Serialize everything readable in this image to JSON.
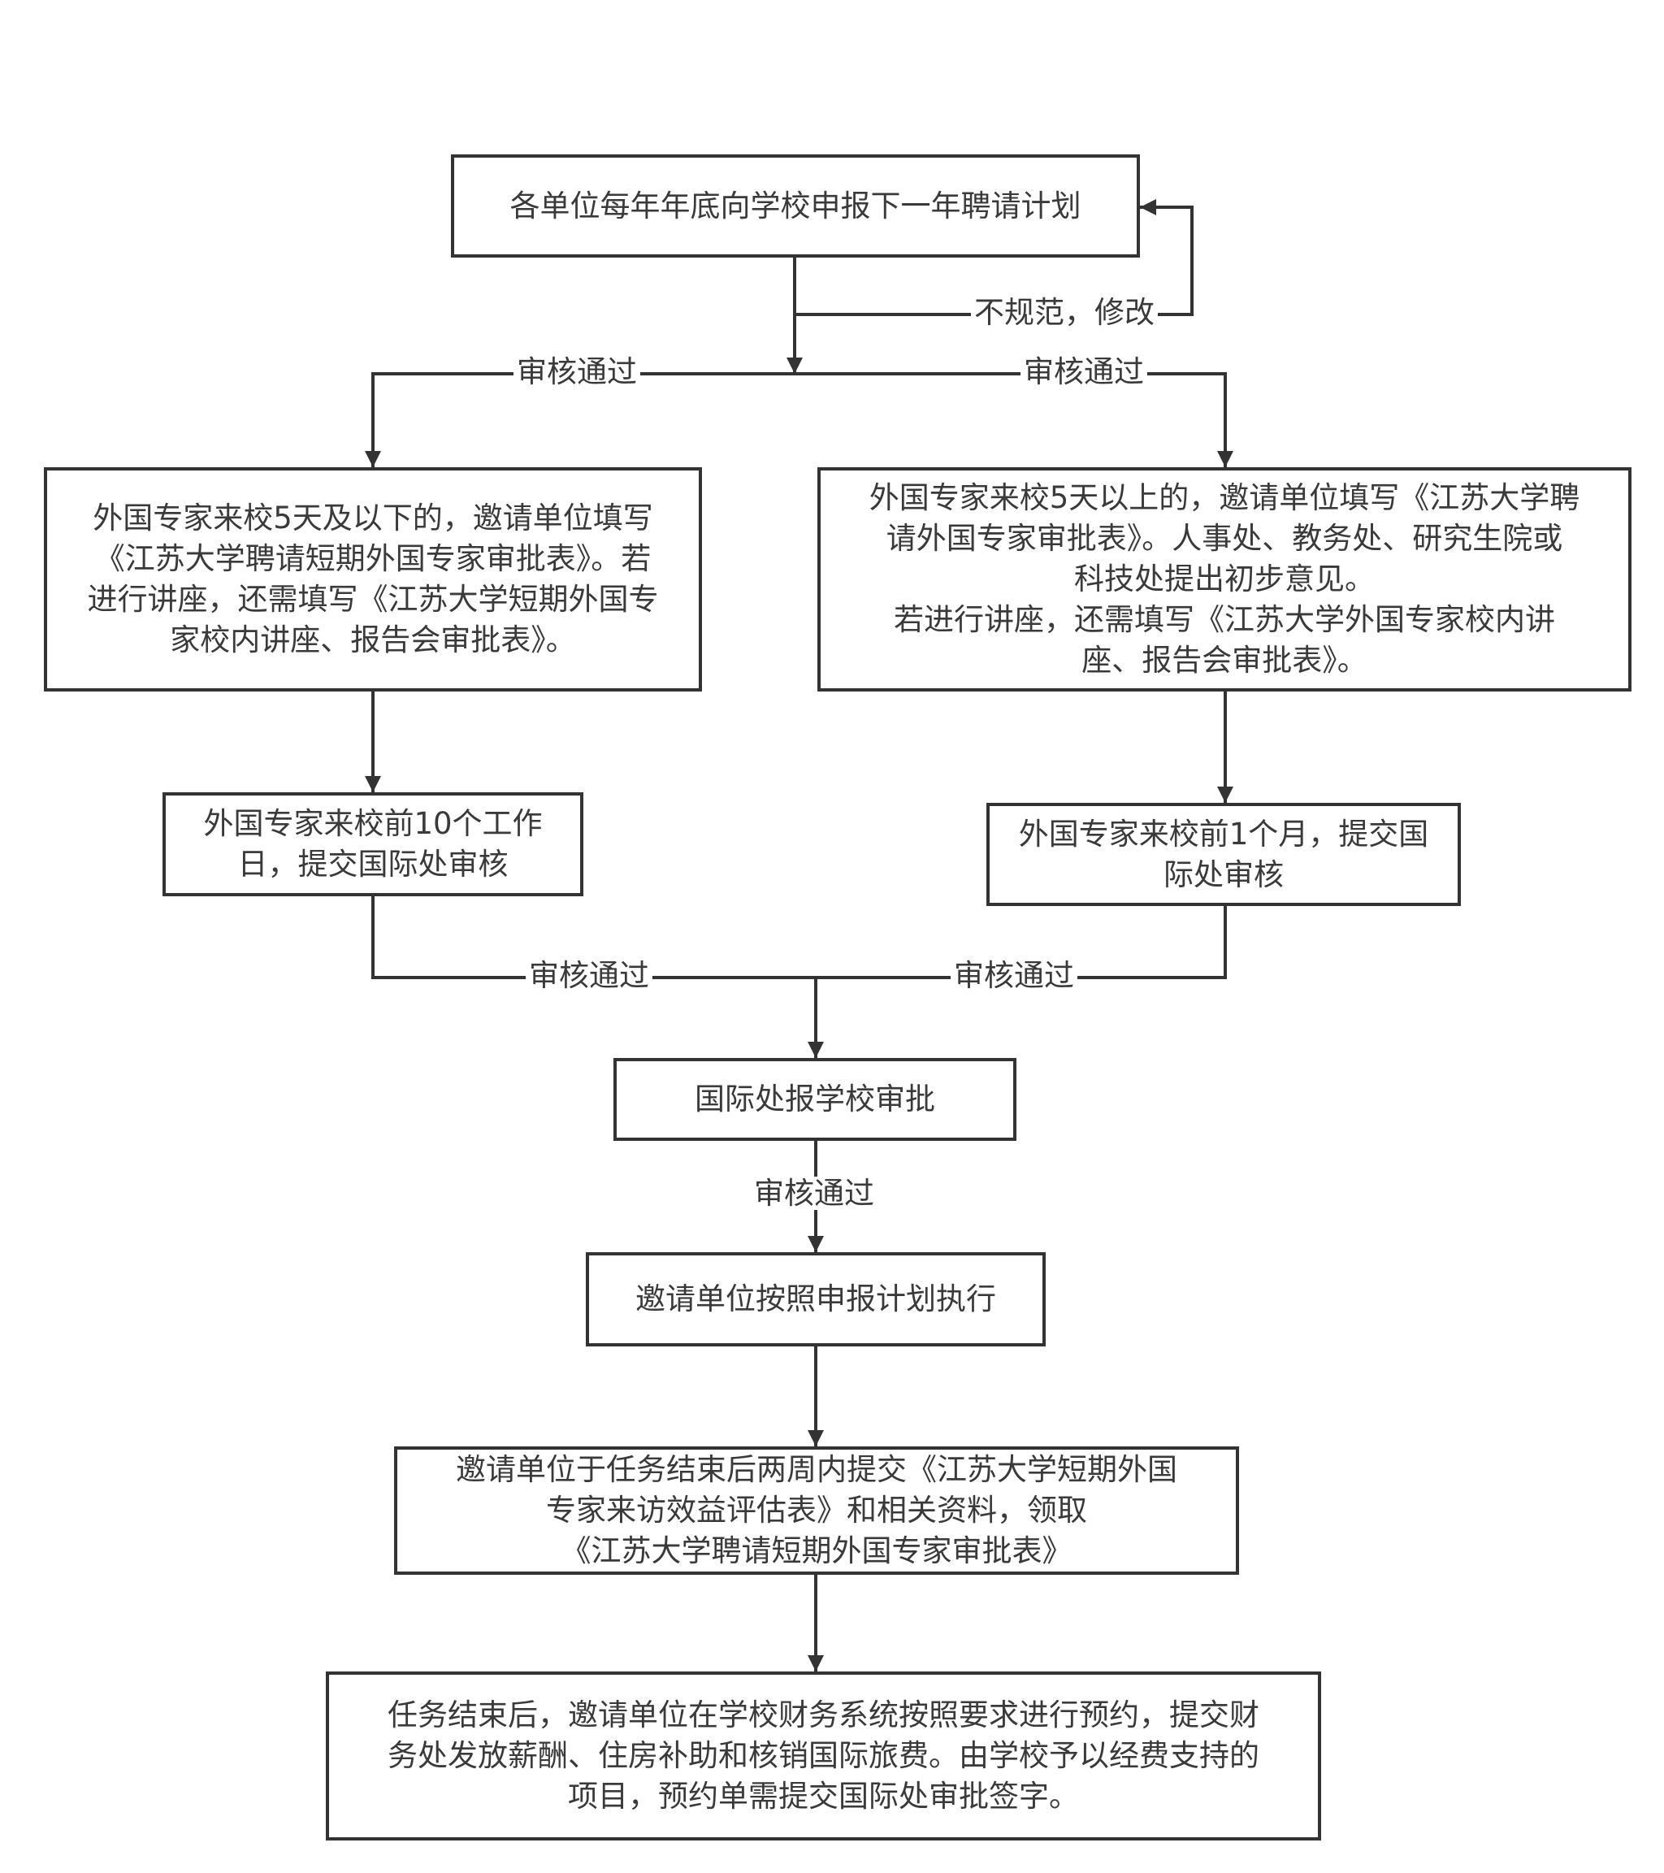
{
  "nodes": {
    "annual_plan": "各单位每年年底向学校申报下一年聘请计划",
    "short_term_form": "外国专家来校5天及以下的，邀请单位填写\n《江苏大学聘请短期外国专家审批表》。若\n进行讲座，还需填写《江苏大学短期外国专\n家校内讲座、报告会审批表》。",
    "long_term_form": "外国专家来校5天以上的，邀请单位填写《江苏大学聘\n请外国专家审批表》。人事处、教务处、研究生院或\n科技处提出初步意见。\n若进行讲座，还需填写《江苏大学外国专家校内讲\n座、报告会审批表》。",
    "submit_10_days": "外国专家来校前10个工作\n日，提交国际处审核",
    "submit_1_month": "外国专家来校前1个月，提交国\n际处审核",
    "intl_office_approval": "国际处报学校审批",
    "execute_plan": "邀请单位按照申报计划执行",
    "submit_evaluation": "邀请单位于任务结束后两周内提交《江苏大学短期外国\n专家来访效益评估表》和相关资料，领取\n《江苏大学聘请短期外国专家审批表》",
    "finance_booking": "任务结束后，邀请单位在学校财务系统按照要求进行预约，提交财\n务处发放薪酬、住房补助和核销国际旅费。由学校予以经费支持的\n项目，预约单需提交国际处审批签字。"
  },
  "labels": {
    "revise": "不规范，修改",
    "approved_left_top": "审核通过",
    "approved_right_top": "审核通过",
    "approved_left_mid": "审核通过",
    "approved_right_mid": "审核通过",
    "approved_center": "审核通过"
  },
  "colors": {
    "line": "#333333",
    "text": "#3a3a3a"
  }
}
